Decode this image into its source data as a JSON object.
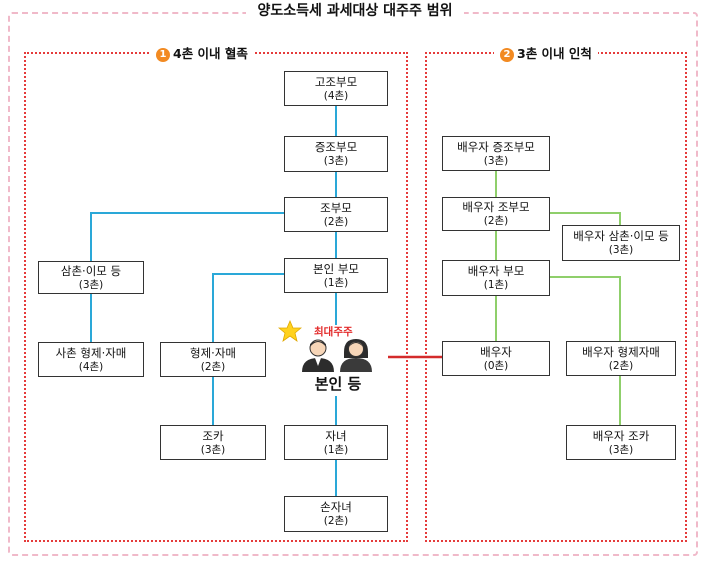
{
  "title": "양도소득세 과세대상 대주주 범위",
  "panels": {
    "left": {
      "num": "1",
      "title": "4촌 이내 혈족"
    },
    "right": {
      "num": "2",
      "title": "3촌 이내 인척"
    }
  },
  "left_nodes": {
    "gojobumo": {
      "name": "고조부모",
      "degree": "(4촌)"
    },
    "jeungjobumo": {
      "name": "증조부모",
      "degree": "(3촌)"
    },
    "jobumo": {
      "name": "조부모",
      "degree": "(2촌)"
    },
    "samchon": {
      "name": "삼촌·이모 등",
      "degree": "(3촌)"
    },
    "bonin_bumo": {
      "name": "본인 부모",
      "degree": "(1촌)"
    },
    "sachon": {
      "name": "사촌 형제·자매",
      "degree": "(4촌)"
    },
    "hyeongje": {
      "name": "형제·자매",
      "degree": "(2촌)"
    },
    "joka": {
      "name": "조카",
      "degree": "(3촌)"
    },
    "janyeo": {
      "name": "자녀",
      "degree": "(1촌)"
    },
    "sonjanyeo": {
      "name": "손자녀",
      "degree": "(2촌)"
    }
  },
  "center": {
    "badge": "최대주주",
    "caption": "본인 등"
  },
  "right_nodes": {
    "sp_jeungjobumo": {
      "name": "배우자 증조부모",
      "degree": "(3촌)"
    },
    "sp_jobumo": {
      "name": "배우자 조부모",
      "degree": "(2촌)"
    },
    "sp_samchon": {
      "name": "배우자 삼촌·이모 등",
      "degree": "(3촌)"
    },
    "sp_bumo": {
      "name": "배우자 부모",
      "degree": "(1촌)"
    },
    "spouse": {
      "name": "배우자",
      "degree": "(0촌)"
    },
    "sp_hyeongje": {
      "name": "배우자 형제자매",
      "degree": "(2촌)"
    },
    "sp_joka": {
      "name": "배우자 조카",
      "degree": "(3촌)"
    }
  },
  "colors": {
    "blood_line": "#2aa8d8",
    "inlaw_line": "#8fcf6b",
    "spouse_line": "#d42b2b",
    "panel_border": "#e53b3b",
    "outer_border": "#f0b9c9",
    "accent_num": "#f28a22"
  }
}
